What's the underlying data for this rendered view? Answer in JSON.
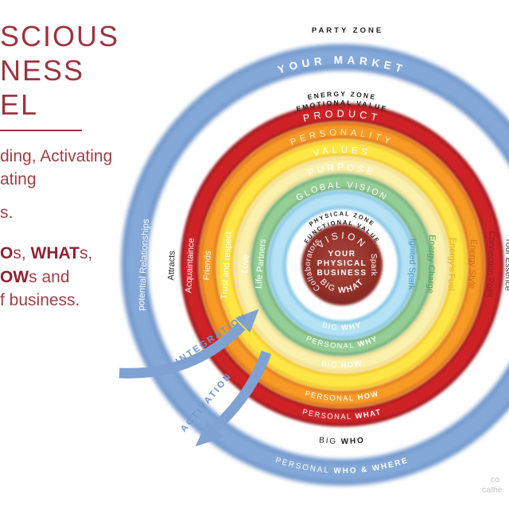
{
  "left_panel": {
    "title_line1": "SCIOUS",
    "title_line2": "NESS",
    "title_line3": "EL",
    "sub_line1": "ding, Activating",
    "sub_line2": "ating",
    "frag1": "s.",
    "body1_b1": "O",
    "body1_r1": "s, ",
    "body1_b2": "WHAT",
    "body1_r2": "s,",
    "body2_b1": "OW",
    "body2_r1": "s and",
    "body3": "f business."
  },
  "diagram": {
    "party_zone": "PARTY ZONE",
    "rings": {
      "your_market": "YOUR MARKET",
      "energy_zone": "ENERGY ZONE",
      "emotional_value": "EMOTIONAL VALUE",
      "product": "PRODUCT",
      "personality": "PERSONALITY",
      "values": "VALUES",
      "purpose": "PURPOSE",
      "global_vision": "GLOBAL VISION",
      "physical_zone": "PHYSICAL ZONE",
      "functional_value": "FUNCTIONAL VALUE",
      "vision": "VISION"
    },
    "center": {
      "line1": "YOUR",
      "line2": "PHYSICAL",
      "line3": "BUSINESS",
      "left": "Collaborators",
      "right": "Spark",
      "big_what_1": "BIG ",
      "big_what_2": "WHAT"
    },
    "bottom_labels": {
      "big_why_1": "BIG ",
      "big_why_2": "WHY",
      "personal_why_1": "PERSONAL ",
      "personal_why_2": "WHY",
      "big_how_1": "BIG ",
      "big_how_2": "HOW",
      "personal_how_1": "PERSONAL ",
      "personal_how_2": "HOW",
      "personal_what_1": "PERSONAL ",
      "personal_what_2": "WHAT",
      "big_who_1": "BIG ",
      "big_who_2": "WHO",
      "personal_whowhere_1": "PERSONAL ",
      "personal_whowhere_2": "WHO & WHERE"
    },
    "left_labels": {
      "potential": "potential Relationships",
      "attracts": "Attracts",
      "acquaintance": "Acquaintaince",
      "friends": "Friends",
      "trust": "Trust and respect",
      "love": "Love",
      "life_partners": "Life Partners"
    },
    "right_labels": {
      "ignited": "Ignited Spark",
      "charge": "Energy Charge",
      "fuel": "Energy's Fuel",
      "style": "Energy Style",
      "connection": "Connection Point",
      "essence": "Your Essence"
    },
    "arrows": {
      "integration": "INTEGRATION",
      "activation": "ACTIVATION"
    }
  },
  "credit": {
    "line1": "co",
    "line2": "cathe"
  },
  "colors": {
    "heading_maroon": "#9c3440",
    "body_maroon": "#9d4049",
    "bold_maroon": "#8c2433",
    "ring_outer_blue": "#7fa2d2",
    "ring_red": "#cf2127",
    "ring_orange": "#f6931e",
    "ring_yellow": "#ffe13a",
    "ring_pale_yellow": "#f9eda6",
    "ring_green": "#8cc78d",
    "ring_light_blue": "#a9ddf1",
    "center_maroon": "#8c2824",
    "arrow_blue": "#7fa2d2"
  }
}
